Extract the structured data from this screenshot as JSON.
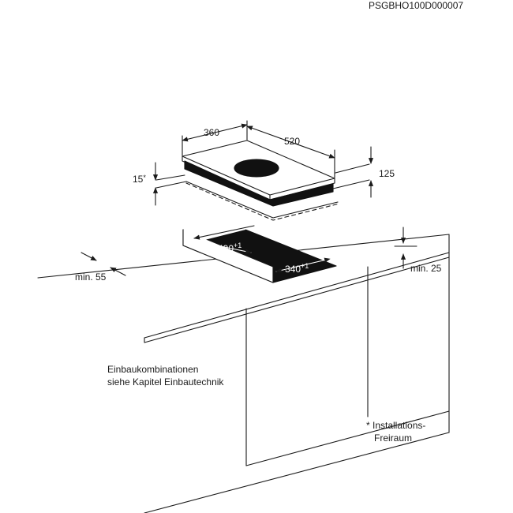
{
  "header": {
    "code": "PSGBHO100D000007"
  },
  "hob": {
    "depth": "360",
    "width": "520",
    "height": "125",
    "clearance_below": "15",
    "clearance_mark": "*"
  },
  "cutout": {
    "width_value": "490",
    "width_tol": "+1",
    "depth_value": "340",
    "depth_tol": "+1"
  },
  "worktop": {
    "front_edge": "min. 55",
    "rear_edge": "min. 25"
  },
  "notes": {
    "combination_line1": "Einbaukombinationen",
    "combination_line2": "siehe Kapitel Einbautechnik",
    "footnote_line1": "* Installations-",
    "footnote_line2": "Freiraum"
  },
  "colors": {
    "line": "#1a1a1a",
    "fill_dark": "#111111",
    "background": "#ffffff"
  }
}
